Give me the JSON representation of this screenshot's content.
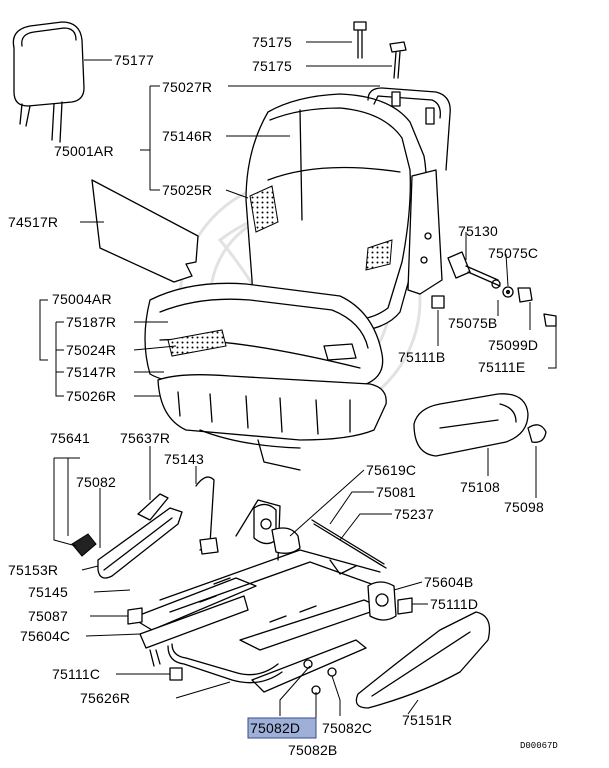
{
  "labels": {
    "l75177": "75177",
    "l75175a": "75175",
    "l75175b": "75175",
    "l75027R": "75027R",
    "l75001AR": "75001AR",
    "l75146R": "75146R",
    "l75025R": "75025R",
    "l74517R": "74517R",
    "l75130": "75130",
    "l75075C": "75075C",
    "l75075B": "75075B",
    "l75099D": "75099D",
    "l75111B": "75111B",
    "l75111E": "75111E",
    "l75004AR": "75004AR",
    "l75187R": "75187R",
    "l75024R": "75024R",
    "l75147R": "75147R",
    "l75026R": "75026R",
    "l75641": "75641",
    "l75637R": "75637R",
    "l75082": "75082",
    "l75143": "75143",
    "l75619C": "75619C",
    "l75108": "75108",
    "l75098": "75098",
    "l75081": "75081",
    "l75237": "75237",
    "l75153R": "75153R",
    "l75145": "75145",
    "l75087": "75087",
    "l75604B": "75604B",
    "l75111D": "75111D",
    "l75604C": "75604C",
    "l75111C": "75111C",
    "l75626R": "75626R",
    "l75082D": "75082D",
    "l75082C": "75082C",
    "l75151R": "75151R",
    "l75082B": "75082B",
    "code": "D00067D"
  },
  "highlight": {
    "part": "75082D",
    "color": "#9fb0d8"
  }
}
